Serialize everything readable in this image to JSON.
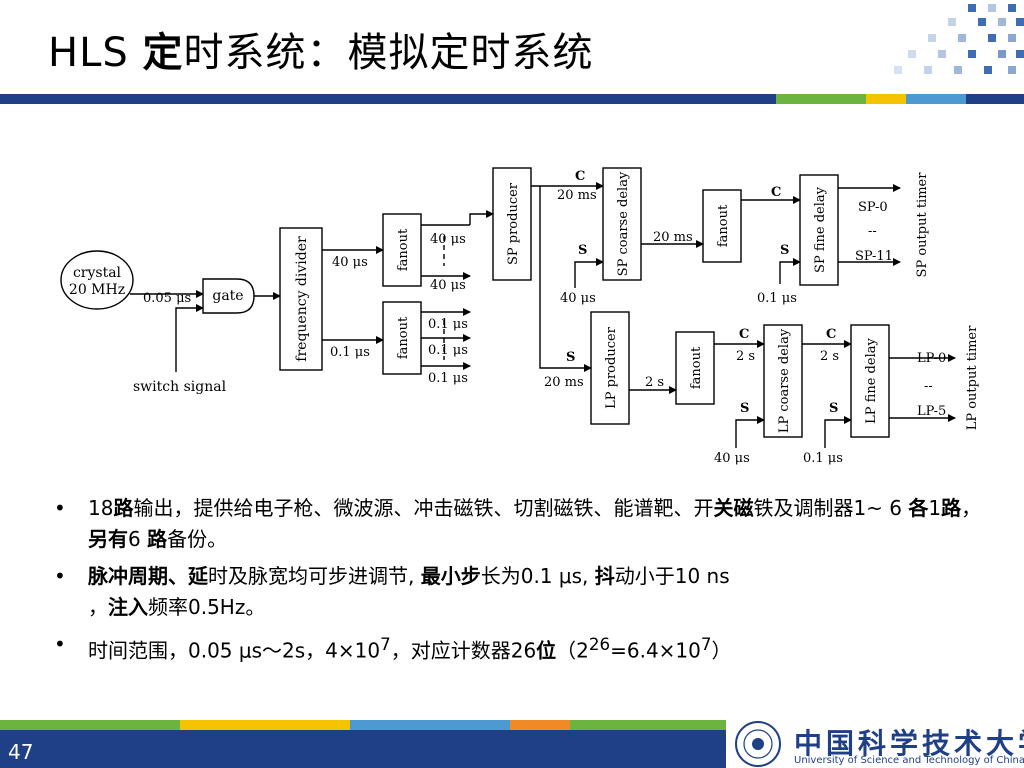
{
  "header": {
    "title_a": "HLS ",
    "title_b": "定",
    "title_c": "时系统：模拟定时系统"
  },
  "diagram": {
    "crystal_1": "crystal",
    "crystal_2": "20 MHz",
    "gate": "gate",
    "t005": "0.05 μs",
    "switch": "switch signal",
    "freq": "frequency divider",
    "f40": "40 μs",
    "f01": "0.1 μs",
    "fanout": "fanout",
    "o40a": "40 μs",
    "o40b": "40 μs",
    "o01a": "0.1 μs",
    "o01b": "0.1 μs",
    "o01c": "0.1 μs",
    "sp_producer": "SP producer",
    "lp_producer": "LP producer",
    "c": "C",
    "s": "S",
    "t20ms": "20 ms",
    "sp_coarse": "SP coarse delay",
    "sp_fine": "SP fine delay",
    "t2s": "2 s",
    "lp_coarse": "LP coarse delay",
    "lp_fine": "LP fine delay",
    "sp0": "SP-0",
    "sp11": "SP-11",
    "lp0": "LP-0",
    "lp5": "LP-5",
    "sp_timer": "SP output timer",
    "lp_timer": "LP output timer",
    "dash": "--"
  },
  "bullets": {
    "b1": [
      "18",
      "路",
      "输出，提供给电子枪、微波源、冲击磁铁、切割磁铁、能谱靶、开",
      "关磁",
      "铁及调制器1~ 6 ",
      "各",
      "1",
      "路",
      "，",
      "另有",
      "6 ",
      "路",
      "备份。"
    ],
    "b2": [
      "脉冲周期、延",
      "时及脉宽均可步进调节, ",
      "最小步",
      "长为0.1 μs, ",
      "抖",
      "动小于10 ns",
      "，",
      "注入",
      "频率0.5Hz。"
    ],
    "b3": [
      "时间范围，0.05 μs～2s，4×10",
      "7",
      "，对应计数器26",
      "位",
      "（2",
      "26",
      "=6.4×10",
      "7",
      "）"
    ]
  },
  "footer": {
    "page_number": "47",
    "univ_cn": "中国科学技术大学",
    "univ_en": "University of  Science and Technology of China"
  },
  "colors": {
    "navy": "#1f3f86",
    "green": "#6cb33f",
    "yellow": "#f5c400",
    "blue": "#4d9ad3",
    "orange": "#f08a24",
    "deco_blue": "#3f6db3"
  }
}
